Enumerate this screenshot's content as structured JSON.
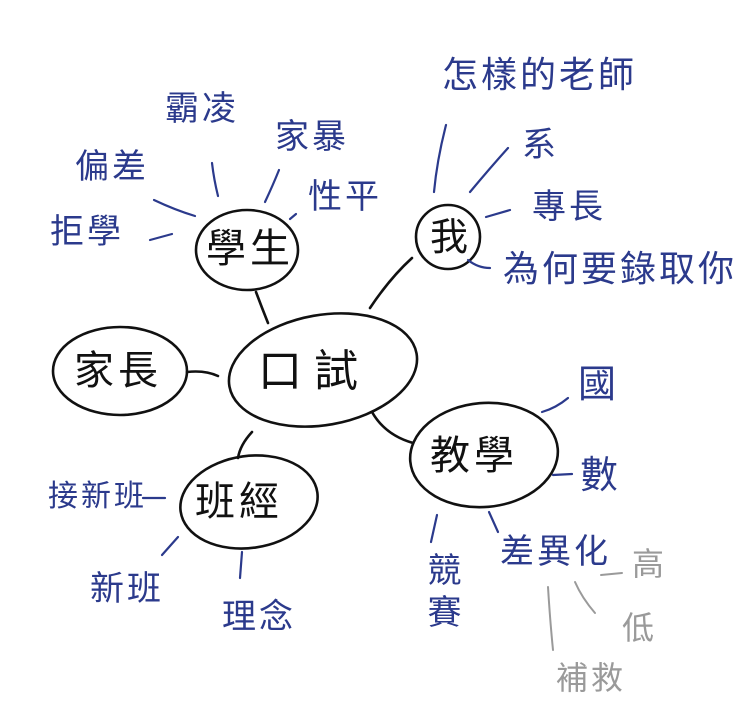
{
  "colors": {
    "node_stroke": "#111111",
    "branch_ink": "#2b3a8c",
    "sub_branch_ink": "#9a9a9a",
    "background": "#ffffff"
  },
  "center": {
    "label": "口試"
  },
  "nodes": {
    "student": {
      "label": "學生",
      "branches": [
        "偏差",
        "霸凌",
        "家暴",
        "性平",
        "拒學"
      ]
    },
    "me": {
      "label": "我",
      "branches": [
        "怎樣的老師",
        "系",
        "專長",
        "為何要錄取你"
      ]
    },
    "parents": {
      "label": "家長",
      "branches": []
    },
    "class_management": {
      "label": "班經",
      "branches": [
        "接新班",
        "新班",
        "理念"
      ]
    },
    "teaching": {
      "label": "教學",
      "branches": [
        "國",
        "數",
        "競賽",
        "差異化"
      ],
      "sub_branches": {
        "差異化": [
          "高",
          "低",
          "補救"
        ]
      }
    }
  }
}
